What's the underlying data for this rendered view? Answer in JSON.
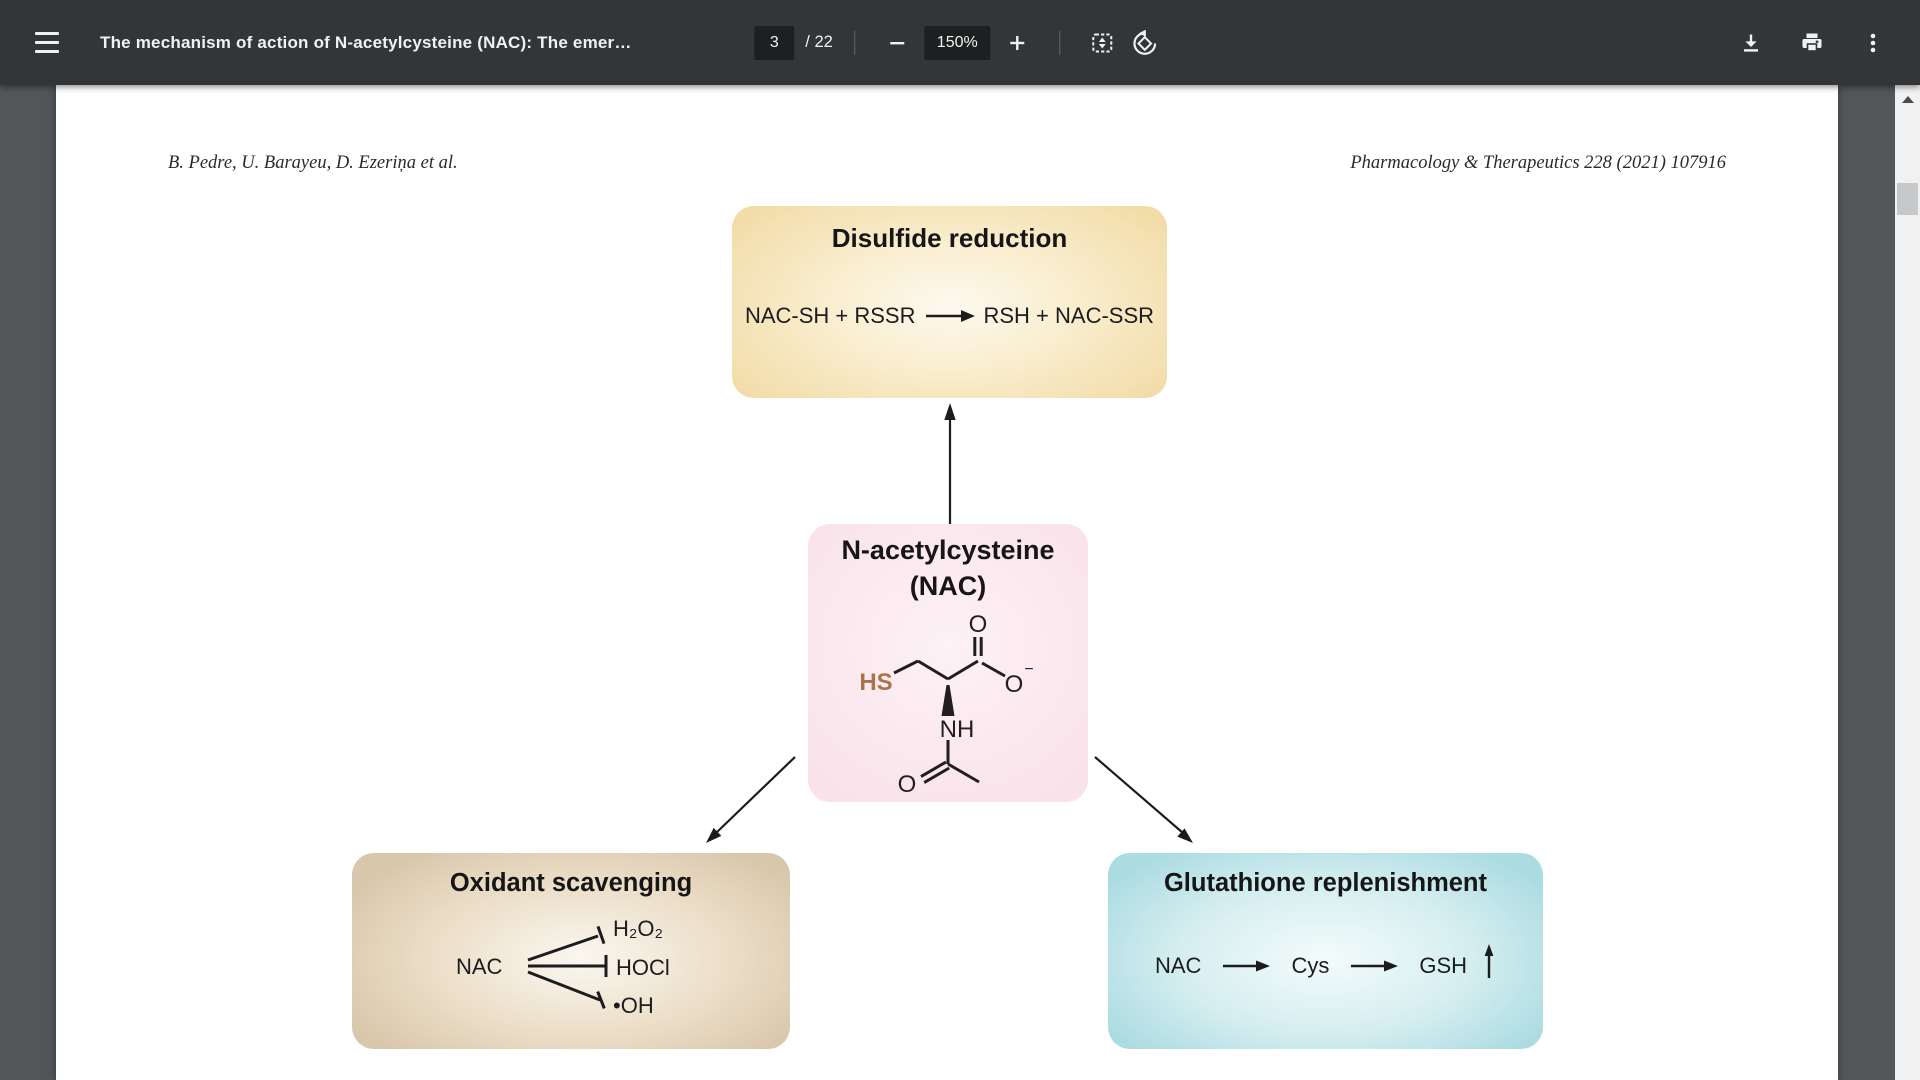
{
  "toolbar": {
    "title": "The mechanism of action of N-acetylcysteine (NAC): The emer…",
    "page_current": "3",
    "page_separator": "/ 22",
    "zoom_level": "150%",
    "icons": {
      "menu": "hamburger-menu",
      "zoom_out": "minus",
      "zoom_in": "plus",
      "fit": "fit-to-page",
      "rotate": "rotate-counterclockwise",
      "download": "download",
      "print": "print",
      "more": "three-dot-vertical-menu"
    }
  },
  "page": {
    "header_left": "B. Pedre, U. Barayeu, D. Ezeriņa et al.",
    "header_right": "Pharmacology & Therapeutics 228 (2021) 107916"
  },
  "diagram": {
    "disulfide_box": {
      "title": "Disulfide reduction",
      "equation_left": "NAC-SH + RSSR",
      "equation_right": "RSH + NAC-SSR"
    },
    "nac_box": {
      "title_line1": "N-acetylcysteine",
      "title_line2": "(NAC)",
      "atoms": {
        "hs": "HS",
        "o_carbonyl": "O",
        "o_carboxylate": "O",
        "charge_minus": "−",
        "nh": "NH",
        "o_amide": "O"
      }
    },
    "oxidant_box": {
      "title": "Oxidant scavenging",
      "source": "NAC",
      "targets": [
        "H₂O₂",
        "HOCl",
        "•OH"
      ]
    },
    "glutathione_box": {
      "title": "Glutathione replenishment",
      "step1": "NAC",
      "step2": "Cys",
      "step3": "GSH",
      "up_arrow": "increase"
    }
  },
  "colors": {
    "toolbar_bg": "#323639",
    "toolbar_chip_bg": "#1d2021",
    "toolbar_text": "#f1f1f1",
    "viewer_bg": "#525659",
    "page_bg": "#ffffff",
    "disulfide_box": "#f2dca8",
    "nac_box": "#f9e2ea",
    "oxidant_box": "#d9c7ab",
    "glutathione_box": "#abdce2",
    "thiol_label": "#aa744a",
    "diagram_text": "#1c1c1e"
  }
}
